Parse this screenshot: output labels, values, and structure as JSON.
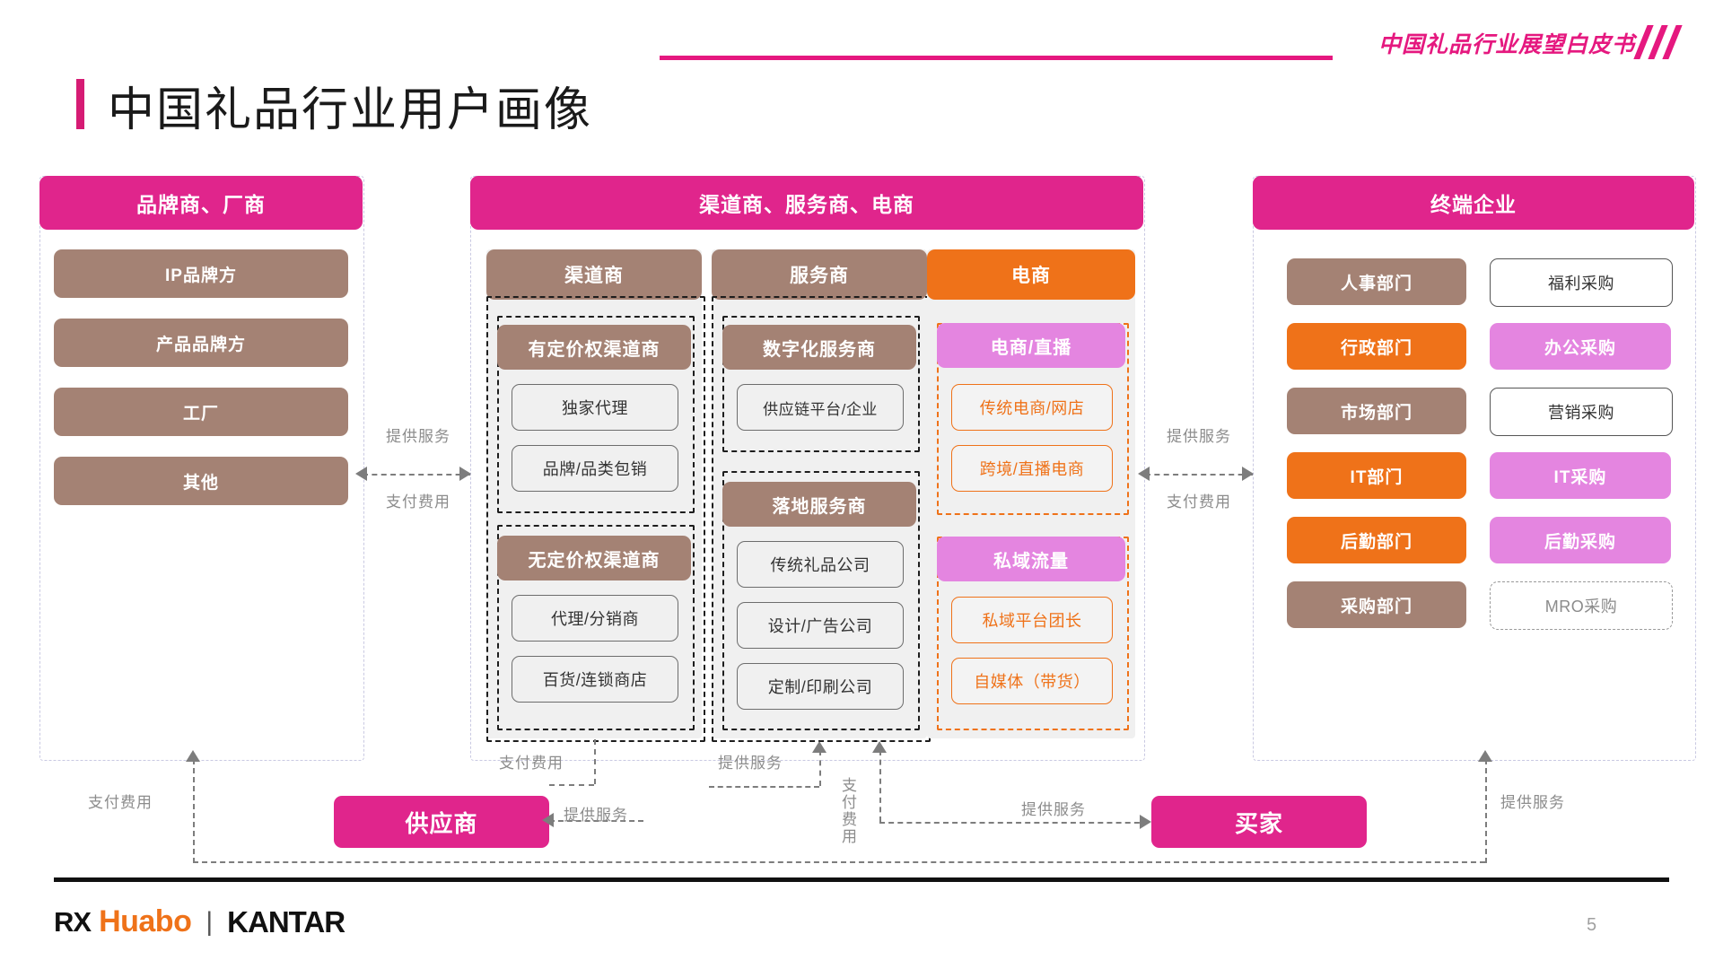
{
  "header": {
    "watermark": "中国礼品行业展望白皮书",
    "title": "中国礼品行业用户画像"
  },
  "colors": {
    "pink": "#e0258c",
    "brown": "#a48274",
    "orange": "#ef7219",
    "purple": "#e485e0",
    "grey_panel": "#f0f0f0"
  },
  "columns": {
    "left": {
      "header": "品牌商、厂商",
      "items": [
        "IP品牌方",
        "产品品牌方",
        "工厂",
        "其他"
      ]
    },
    "middle": {
      "header": "渠道商、服务商、电商",
      "groups": [
        {
          "title": "渠道商",
          "subgroups": [
            {
              "title": "有定价权渠道商",
              "items": [
                "独家代理",
                "品牌/品类包销"
              ]
            },
            {
              "title": "无定价权渠道商",
              "items": [
                "代理/分销商",
                "百货/连锁商店"
              ]
            }
          ]
        },
        {
          "title": "服务商",
          "subgroups": [
            {
              "title": "数字化服务商",
              "items": [
                "供应链平台/企业"
              ]
            },
            {
              "title": "落地服务商",
              "items": [
                "传统礼品公司",
                "设计/广告公司",
                "定制/印刷公司"
              ]
            }
          ]
        },
        {
          "title": "电商",
          "subgroups": [
            {
              "title": "电商/直播",
              "items": [
                "传统电商/网店",
                "跨境/直播电商"
              ]
            },
            {
              "title": "私域流量",
              "items": [
                "私域平台团长",
                "自媒体（带货）"
              ]
            }
          ]
        }
      ]
    },
    "right": {
      "header": "终端企业",
      "departments": [
        "人事部门",
        "行政部门",
        "市场部门",
        "IT部门",
        "后勤部门",
        "采购部门"
      ],
      "purchases": [
        "福利采购",
        "办公采购",
        "营销采购",
        "IT采购",
        "后勤采购",
        "MRO采购"
      ]
    }
  },
  "flow": {
    "supplier": "供应商",
    "buyer": "买家",
    "provide_service": "提供服务",
    "pay_fee": "支付费用",
    "labels": {
      "left_top_service": "提供服务",
      "left_top_pay": "支付费用",
      "right_top_service": "提供服务",
      "right_top_pay": "支付费用",
      "bottom_pay_left": "支付费用",
      "bottom_pay_channel": "支付费用",
      "bottom_service_channel": "提供服务",
      "bottom_service_supplier": "提供服务",
      "bottom_pay_vertical": "支付费用",
      "bottom_service_buyer": "提供服务",
      "bottom_service_right": "提供服务"
    }
  },
  "footer": {
    "brand_rx": "RX",
    "brand_huabo": "Huabo",
    "brand_sep": "|",
    "brand_kantar": "KANTAR",
    "page_number": "5"
  }
}
